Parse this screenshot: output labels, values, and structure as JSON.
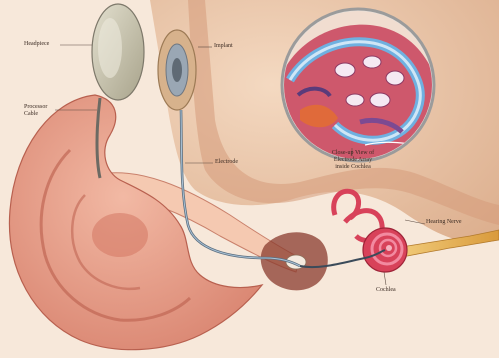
{
  "labels": {
    "headpiece": "Headpiece",
    "processor_cable_line1": "Processor",
    "processor_cable_line2": "Cable",
    "implant": "Implant",
    "electrode": "Electrode",
    "closeup_line1": "Close-up View of",
    "closeup_line2": "Electrode Array",
    "closeup_line3": "inside Cochlea",
    "hearing_nerve": "Hearing Nerve",
    "cochlea": "Cochlea"
  },
  "colors": {
    "skin": "#e9c6a8",
    "ear": "#e59a86",
    "ear_dark": "#c9705e",
    "headpiece": "#c7c3ad",
    "cochlea": "#d8425a",
    "nerve": "#e7b35a",
    "inset_blue": "#7fb6e0"
  }
}
